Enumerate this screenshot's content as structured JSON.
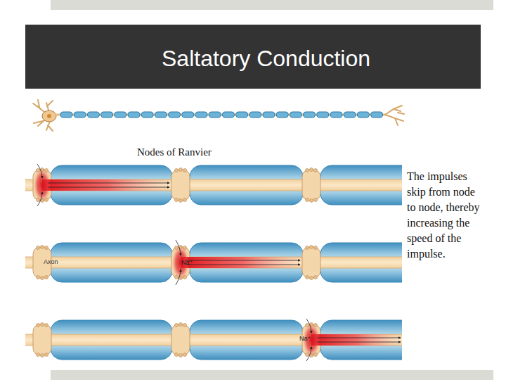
{
  "diagram": {
    "title": "Saltatory Conduction",
    "labels": [
      "Nodes of Ranvier",
      "The impulses skip from node to node, thereby increasing the speed of the impulse.",
      "Axon",
      "Na⁺",
      "Na⁺"
    ]
  }
}
